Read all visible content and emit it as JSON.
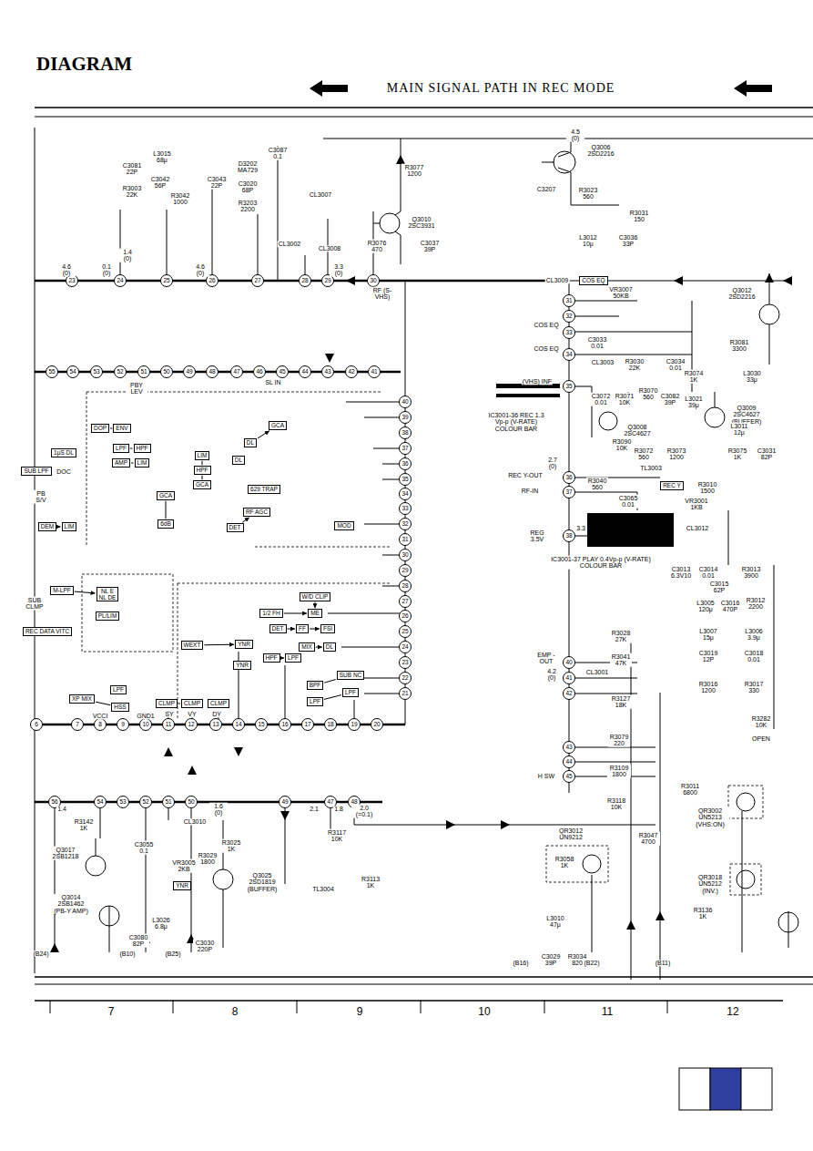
{
  "diagram": {
    "title": "DIAGRAM",
    "nodes": [
      {
        "text": [
          "COS EQ"
        ]
      },
      {
        "text": [
          "REC Y"
        ]
      },
      {
        "text": [
          "DOP"
        ]
      },
      {
        "text": [
          "ENV"
        ]
      },
      {
        "text": [
          "1μS DL"
        ]
      },
      {
        "text": [
          "LPF"
        ]
      },
      {
        "text": [
          "HPF"
        ]
      },
      {
        "text": [
          "AMP"
        ]
      },
      {
        "text": [
          "LIM"
        ]
      },
      {
        "text": [
          "SUB LPF"
        ]
      },
      {
        "text": [
          "DEM"
        ]
      },
      {
        "text": [
          "LIM"
        ]
      },
      {
        "text": [
          "GCA"
        ]
      },
      {
        "text": [
          "6dB"
        ]
      },
      {
        "text": [
          "LIM"
        ]
      },
      {
        "text": [
          "HPF"
        ]
      },
      {
        "text": [
          "GCA"
        ]
      },
      {
        "text": [
          "DL"
        ]
      },
      {
        "text": [
          "DL"
        ]
      },
      {
        "text": [
          "GCA"
        ]
      },
      {
        "text": [
          "629 TRAP"
        ]
      },
      {
        "text": [
          "RF AGC"
        ]
      },
      {
        "text": [
          "DET"
        ]
      },
      {
        "text": [
          "MOD"
        ]
      },
      {
        "text": [
          "W/D CLIP"
        ]
      },
      {
        "text": [
          "1/2 FH"
        ]
      },
      {
        "text": [
          "ME"
        ]
      },
      {
        "text": [
          "DET"
        ]
      },
      {
        "text": [
          "FF"
        ]
      },
      {
        "text": [
          "FSI"
        ]
      },
      {
        "text": [
          "WEXT"
        ]
      },
      {
        "text": [
          "YNR"
        ]
      },
      {
        "text": [
          "MIX"
        ]
      },
      {
        "text": [
          "DL"
        ]
      },
      {
        "text": [
          "HPF"
        ]
      },
      {
        "text": [
          "LPF"
        ]
      },
      {
        "text": [
          "YNR"
        ]
      },
      {
        "text": [
          "BPF"
        ]
      },
      {
        "text": [
          "LPF"
        ]
      },
      {
        "text": [
          "SUB NC"
        ]
      },
      {
        "text": [
          "LPF"
        ]
      },
      {
        "text": [
          "CLMP"
        ]
      },
      {
        "text": [
          "CLMP"
        ]
      },
      {
        "text": [
          "CLMP"
        ]
      },
      {
        "text": [
          "HSS"
        ]
      },
      {
        "text": [
          "LPF"
        ]
      },
      {
        "text": [
          "XP MIX"
        ]
      },
      {
        "text": [
          "M-LPF"
        ]
      },
      {
        "text": [
          "NL E",
          "NL DE"
        ]
      },
      {
        "text": [
          "PL/LIM"
        ]
      },
      {
        "text": [
          "REC DATA VITC"
        ]
      },
      {
        "text": [
          "YNR"
        ]
      }
    ],
    "edges": [
      {
        "from": 2,
        "to": 3,
        "arrow": "none"
      },
      {
        "from": 5,
        "to": 6,
        "arrow": "none"
      },
      {
        "from": 7,
        "to": 8,
        "arrow": "none"
      },
      {
        "from": 10,
        "to": 11,
        "arrow": "to"
      },
      {
        "from": 14,
        "to": 15,
        "arrow": "none"
      },
      {
        "from": 15,
        "to": 16,
        "arrow": "none"
      },
      {
        "from": 17,
        "to": 19,
        "arrow": "to"
      },
      {
        "from": 22,
        "to": 21,
        "arrow": "to"
      },
      {
        "from": 25,
        "to": 26,
        "arrow": "to"
      },
      {
        "from": 27,
        "to": 28,
        "arrow": "to"
      },
      {
        "from": 28,
        "to": 29,
        "arrow": "to"
      },
      {
        "from": 34,
        "to": 35,
        "arrow": "to"
      },
      {
        "from": 32,
        "to": 33,
        "arrow": "to"
      },
      {
        "from": 30,
        "to": 31,
        "arrow": "to"
      },
      {
        "from": 37,
        "to": 39,
        "arrow": "none"
      },
      {
        "from": 38,
        "to": 40,
        "arrow": "none"
      },
      {
        "from": 47,
        "to": 48,
        "arrow": "to"
      },
      {
        "from": 41,
        "to": 42,
        "arrow": "none"
      },
      {
        "from": 46,
        "to": 44,
        "arrow": "none"
      },
      {
        "from": 12,
        "to": 13,
        "arrow": "none"
      },
      {
        "from": 24,
        "to": 26,
        "arrow": "to"
      }
    ],
    "labels": [
      "MAIN SIGNAL PATH IN REC MODE",
      "7",
      "8",
      "9",
      "10",
      "11",
      "12",
      "23",
      "24",
      "25",
      "26",
      "27",
      "28",
      "29",
      "30",
      "55",
      "54",
      "53",
      "52",
      "51",
      "50",
      "49",
      "48",
      "47",
      "46",
      "45",
      "44",
      "43",
      "42",
      "41",
      "40",
      "39",
      "38",
      "37",
      "36",
      "35",
      "34",
      "33",
      "32",
      "31",
      "30",
      "29",
      "28",
      "27",
      "26",
      "25",
      "24",
      "23",
      "22",
      "21",
      "6",
      "7",
      "8",
      "9",
      "10",
      "11",
      "12",
      "13",
      "14",
      "15",
      "16",
      "17",
      "18",
      "19",
      "20",
      "56",
      "54",
      "53",
      "52",
      "51",
      "50",
      "49",
      "47",
      "48",
      "31",
      "32",
      "33",
      "34",
      "35",
      "36",
      "37",
      "38",
      "40",
      "41",
      "42",
      "43",
      "44",
      "45",
      "VCCI",
      "GND1",
      "SY",
      "VY",
      "DY",
      "C3081 22P",
      "L3015 68μ",
      "C3042 56P",
      "R3003 22K",
      "R3042 1000",
      "C3043 22P",
      "D3202 MA729",
      "C3020 68P",
      "R3203 2200",
      "C3087 0.1",
      "CL3002",
      "CL3007",
      "CL3008",
      "R3077 1200",
      "Q3010 2SC3931",
      "R3076 470",
      "C3037 39P",
      "Q3006 2SD2216",
      "R3023 560",
      "C3207",
      "R3031 150",
      "L3012 10μ",
      "C3036 33P",
      "RF (S-VHS)",
      "CL3009",
      "VR3007 50KB",
      "Q3012 2SD2216",
      "R3081 3300",
      "C3033 0.01",
      "CL3003",
      "R3030 22K",
      "C3034 0.01",
      "COS EQ",
      "COS EQ",
      "(VHS) INF",
      "C3072 0.01",
      "R3071 10K",
      "R3070 560",
      "C3082 39P",
      "L3021 39μ",
      "R3074 1K",
      "L3030 33μ",
      "Q3009 2SC4627 (BUFFER)",
      "Q3008 2SC4627",
      "R3090 10K",
      "R3072 560",
      "R3073 1200",
      "L3011 12μ",
      "R3075 1K",
      "C3031 82P",
      "IC3001-36 REC 1.3 Vp-p (V-RATE) COLOUR BAR",
      "TL3003",
      "REC Y-OUT",
      "RF-IN",
      "R3040 560",
      "R3010 1500",
      "VR3001 1KB",
      "CL3012",
      "C3065 0.01",
      "REG 3.5V",
      "IC3001-37 PLAY 0.4Vp-p (V-RATE) COLOUR BAR",
      "C3013 6.3V10",
      "C3014 0.01",
      "R3013 3900",
      "C3015 62P",
      "L3005 120μ",
      "C3016 470P",
      "R3012 2200",
      "L3007 15μ",
      "L3006 3.9μ",
      "C3019 12P",
      "C3018 0.01",
      "R3016 1200",
      "R3017 330",
      "R3028 27K",
      "R3041 47K",
      "EMP -OUT",
      "CL3001",
      "R3127 18K",
      "R3079 220",
      "R3109 1800",
      "H SW",
      "R3282 10K",
      "OPEN",
      "R3011 6800",
      "QR3002 UN5213 (VHS:ON)",
      "QR3012 UN9212",
      "R3058 1K",
      "R3118 10K",
      "R3047 4700",
      "QR3018 UN5212 (INV.)",
      "R3136 1K",
      "L3010 47μ",
      "C3029 39P",
      "R3034 820",
      "(B16)",
      "(B22)",
      "(B11)",
      "Q3017 2SB1218",
      "Q3014 2SB1462 (PB-Y AMP)",
      "R3142 1K",
      "C3055 0.1",
      "CL3010",
      "R3029 1800",
      "R3025 1K",
      "VR3005 2KB",
      "Q3025 2SD1819 (BUFFER)",
      "L3026 6.8μ",
      "C3080 82P",
      "C3030 220P",
      "(B24)",
      "(B10)",
      "(B25)",
      "R3117 10K",
      "TL3004",
      "R3113 1K",
      "SUB CLMP",
      "DOC",
      "PB S/V",
      "PBY LEV",
      "SL IN",
      "4.6 (0)",
      "0.1 (0)",
      "1.4 (0)",
      "4.6 (0)",
      "3.3 (0)",
      "4.5 (0)",
      "2.7 (0)",
      "3.3",
      "4.2 (0)",
      "1.6 (0)",
      "2.1",
      "1.8",
      "2.0 (=0.1)",
      "1.4"
    ]
  }
}
